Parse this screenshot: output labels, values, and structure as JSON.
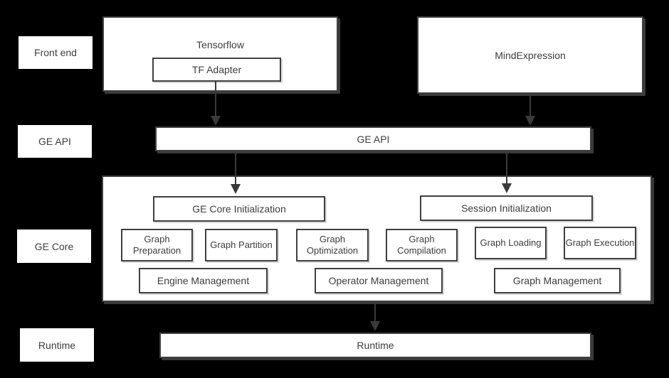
{
  "colors": {
    "background": "#000000",
    "box_fill": "#ffffff",
    "border": "#404040",
    "text": "#3d3d3d",
    "arrow": "#3a3a3a"
  },
  "side_labels": [
    {
      "label": "Front end"
    },
    {
      "label": "GE API"
    },
    {
      "label": "GE Core"
    },
    {
      "label": "Runtime"
    }
  ],
  "front_end": {
    "tensorflow_title": "Tensorflow",
    "tf_adapter_label": "TF Adapter",
    "mindexpression_title": "MindExpression"
  },
  "ge_api": {
    "label": "GE API"
  },
  "ge_core": {
    "init_boxes": [
      {
        "label": "GE Core Initialization"
      },
      {
        "label": "Session Initialization"
      }
    ],
    "stage_boxes": [
      {
        "label": "Graph Preparation"
      },
      {
        "label": "Graph Partition"
      },
      {
        "label": "Graph Optimization"
      },
      {
        "label": "Graph Compilation"
      },
      {
        "label": "Graph Loading"
      },
      {
        "label": "Graph Execution"
      }
    ],
    "management_boxes": [
      {
        "label": "Engine Management"
      },
      {
        "label": "Operator Management"
      },
      {
        "label": "Graph Management"
      }
    ]
  },
  "runtime": {
    "label": "Runtime"
  }
}
